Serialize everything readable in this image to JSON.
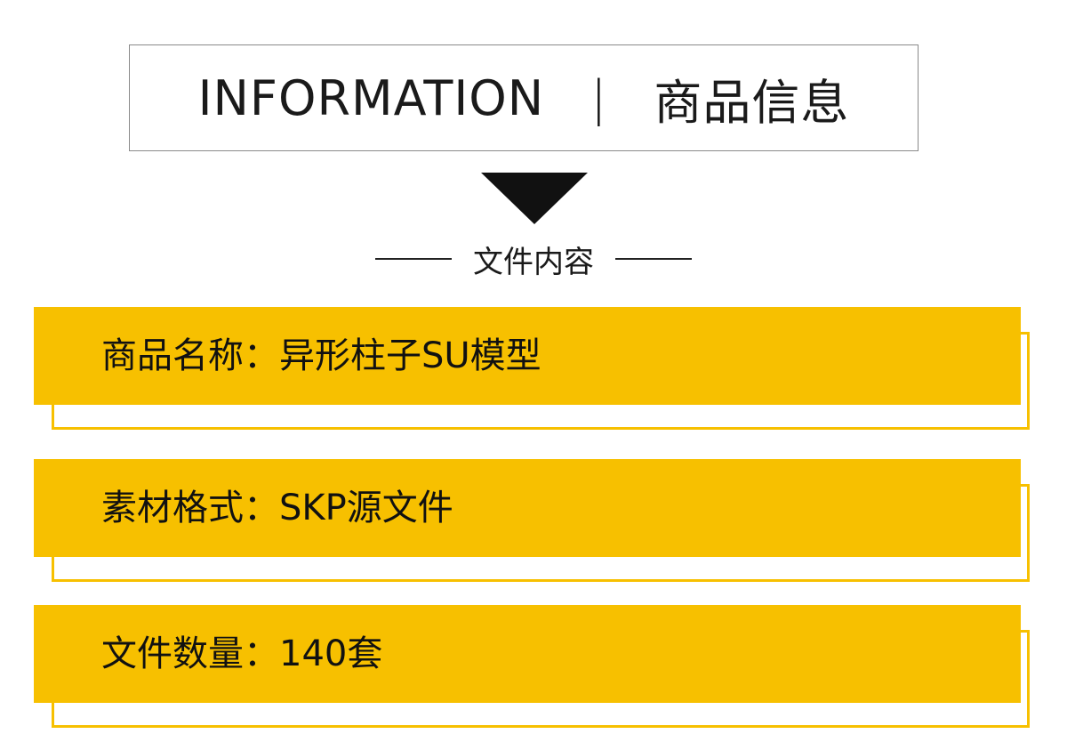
{
  "header": {
    "english": "INFORMATION",
    "separator": "|",
    "chinese": "商品信息"
  },
  "subtitle": "文件内容",
  "info_rows": [
    {
      "label": "商品名称：异形柱子SU模型"
    },
    {
      "label": "素材格式：SKP源文件"
    },
    {
      "label": "文件数量：140套"
    }
  ],
  "colors": {
    "accent": "#f7c000",
    "text": "#111111",
    "border": "#8a8a8a"
  }
}
